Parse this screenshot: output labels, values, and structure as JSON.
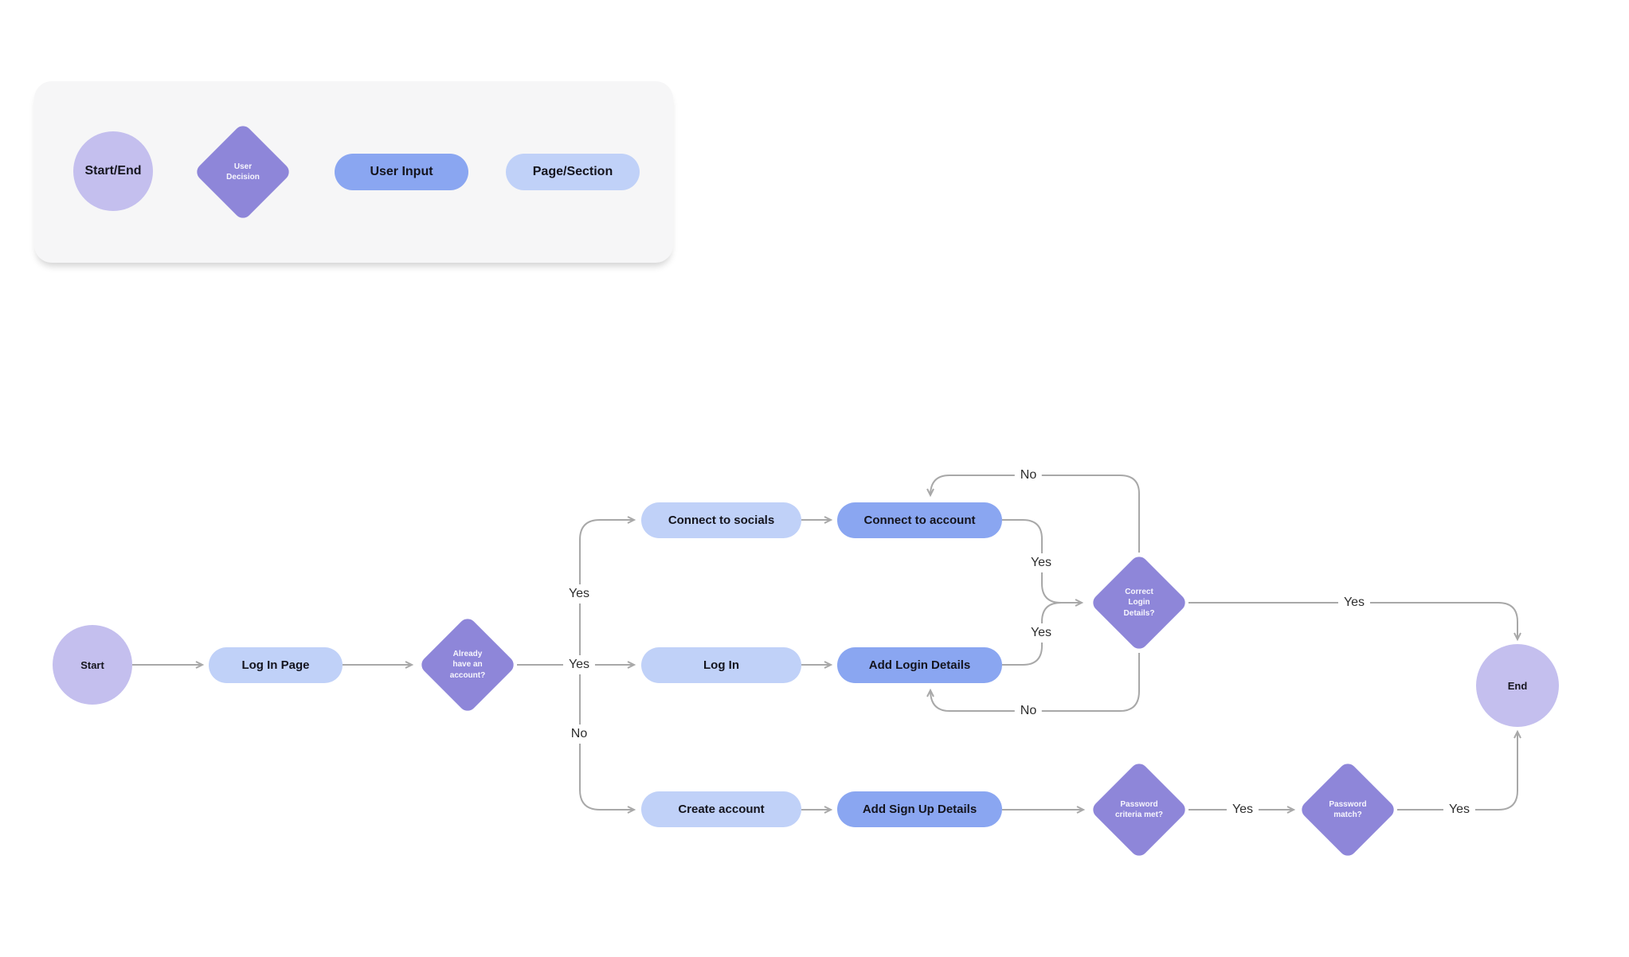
{
  "legend": {
    "start_end": "Start/End",
    "user_decision": "User\nDecision",
    "user_input": "User Input",
    "page_section": "Page/Section"
  },
  "nodes": {
    "start": "Start",
    "log_in_page": "Log In Page",
    "already_account": "Already\nhave an\naccount?",
    "connect_socials": "Connect to socials",
    "connect_account": "Connect to account",
    "log_in": "Log In",
    "add_login_details": "Add Login Details",
    "create_account": "Create account",
    "add_signup_details": "Add Sign Up Details",
    "correct_login": "Correct\nLogin\nDetails?",
    "password_criteria": "Password\ncriteria met?",
    "password_match": "Password\nmatch?",
    "end": "End"
  },
  "edge_labels": {
    "branch_yes_socials": "Yes",
    "branch_yes_login": "Yes",
    "branch_no_create": "No",
    "account_yes": "Yes",
    "login_yes": "Yes",
    "loop_no_top": "No",
    "loop_no_bottom": "No",
    "correct_to_end_yes": "Yes",
    "criteria_yes": "Yes",
    "match_yes": "Yes"
  },
  "colors": {
    "circle": "#c4bfee",
    "diamond": "#8e86d9",
    "input-pill": "#8aa6f1",
    "page-pill": "#c0d1f8",
    "connector": "#a8a8a8",
    "panel": "#f6f6f7"
  }
}
